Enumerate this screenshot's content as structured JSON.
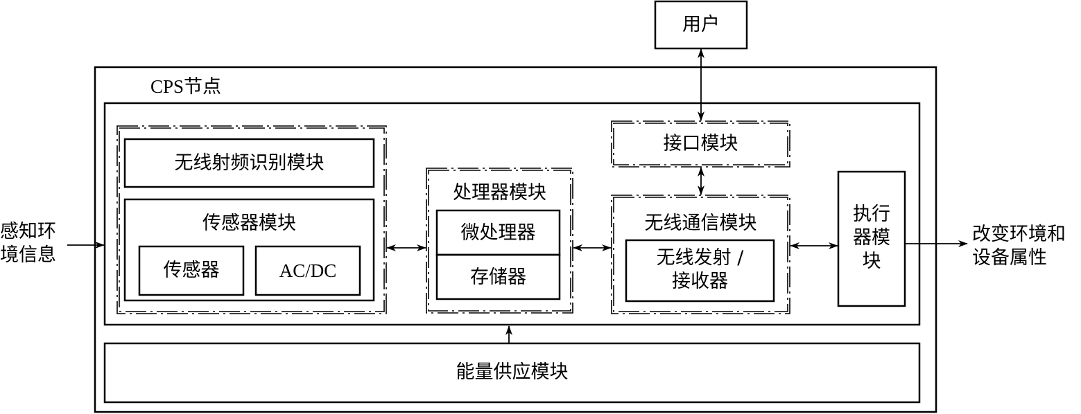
{
  "diagram": {
    "user": "用户",
    "cps_node": "CPS节点",
    "rfid_module": "无线射频识别模块",
    "sensor_module": "传感器模块",
    "sensor": "传感器",
    "acdc": "AC/DC",
    "processor_module": "处理器模块",
    "microprocessor": "微处理器",
    "memory": "存储器",
    "interface_module": "接口模块",
    "wireless_comm_module": "无线通信模块",
    "wireless_txrx": "无线发射 /\n接收器",
    "actuator_module": "执行\n器模\n块",
    "power_module": "能量供应模块",
    "input_label": "感知环\n境信息",
    "output_label": "改变环境和\n设备属性"
  }
}
